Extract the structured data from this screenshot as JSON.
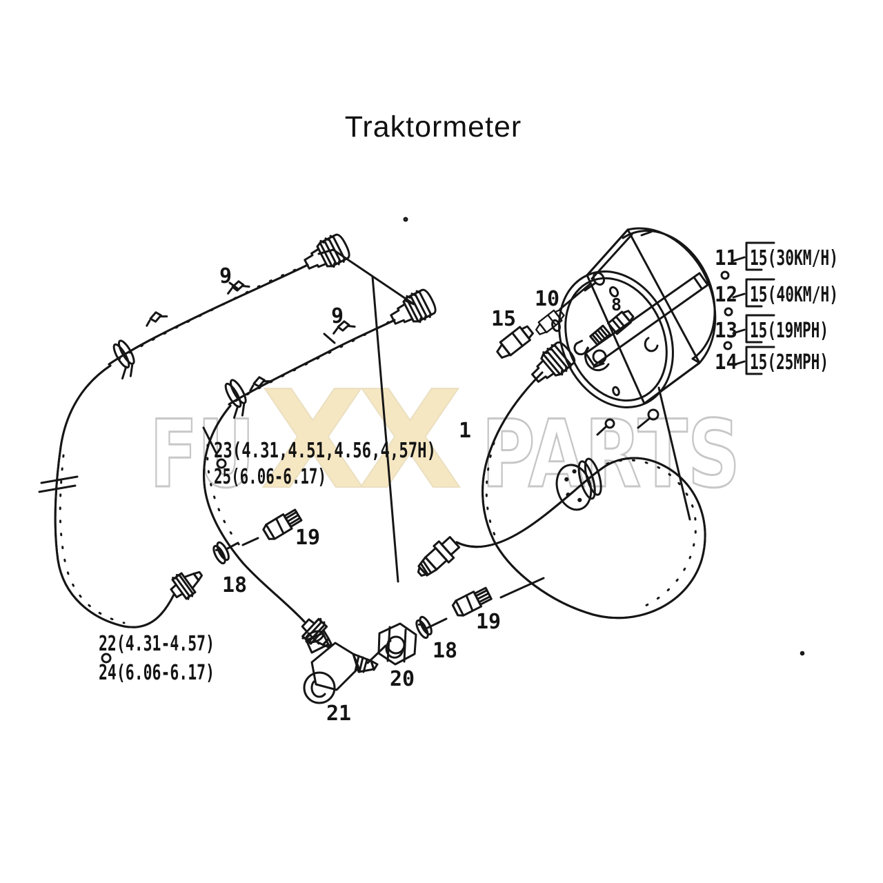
{
  "title": "Traktormeter",
  "watermark": {
    "fu": "FU",
    "x1": "X",
    "x2": "X",
    "parts": "PARTS"
  },
  "colors": {
    "line": "#161616",
    "label": "#141414",
    "watermark_outline": "#c7c7c7",
    "watermark_x_fill": "#f6e7c3"
  },
  "callouts": {
    "cable_a": "9",
    "cable_b": "9",
    "bulb": "10",
    "sender": "15",
    "bracket": "8",
    "drive_cable": "1",
    "key_a": "19",
    "washer_a": "18",
    "elbow": "21",
    "nut": "20",
    "washer_b": "18",
    "key_b": "19"
  },
  "variants": {
    "mid_line1": "23(4.31,4.51,4.56,4,57H)",
    "mid_line2": "25(6.06-6.17)",
    "left_line1": "22(4.31-4.57)",
    "left_line2": "24(6.06-6.17)"
  },
  "speedo_options": [
    {
      "num": "11",
      "label": "15(30KM/H)"
    },
    {
      "num": "12",
      "label": "15(40KM/H)"
    },
    {
      "num": "13",
      "label": "15(19MPH)"
    },
    {
      "num": "14",
      "label": "15(25MPH)"
    }
  ]
}
